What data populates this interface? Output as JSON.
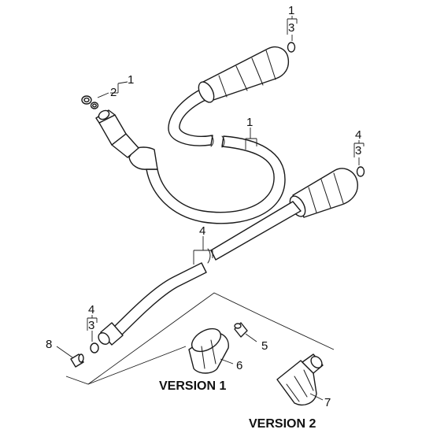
{
  "callouts": {
    "c1_top": "1",
    "c3_top": "3",
    "c1_left": "1",
    "c2_left": "2",
    "c1_hose": "1",
    "c4_right": "4",
    "c3_right": "3",
    "c4_lance": "4",
    "c4_bottom": "4",
    "c3_bottom": "3",
    "c8": "8",
    "c5": "5",
    "c6": "6",
    "c7": "7"
  },
  "labels": {
    "version1": "VERSION 1",
    "version2": "VERSION 2"
  },
  "colors": {
    "line": "#1a1a1a",
    "background": "#ffffff"
  }
}
